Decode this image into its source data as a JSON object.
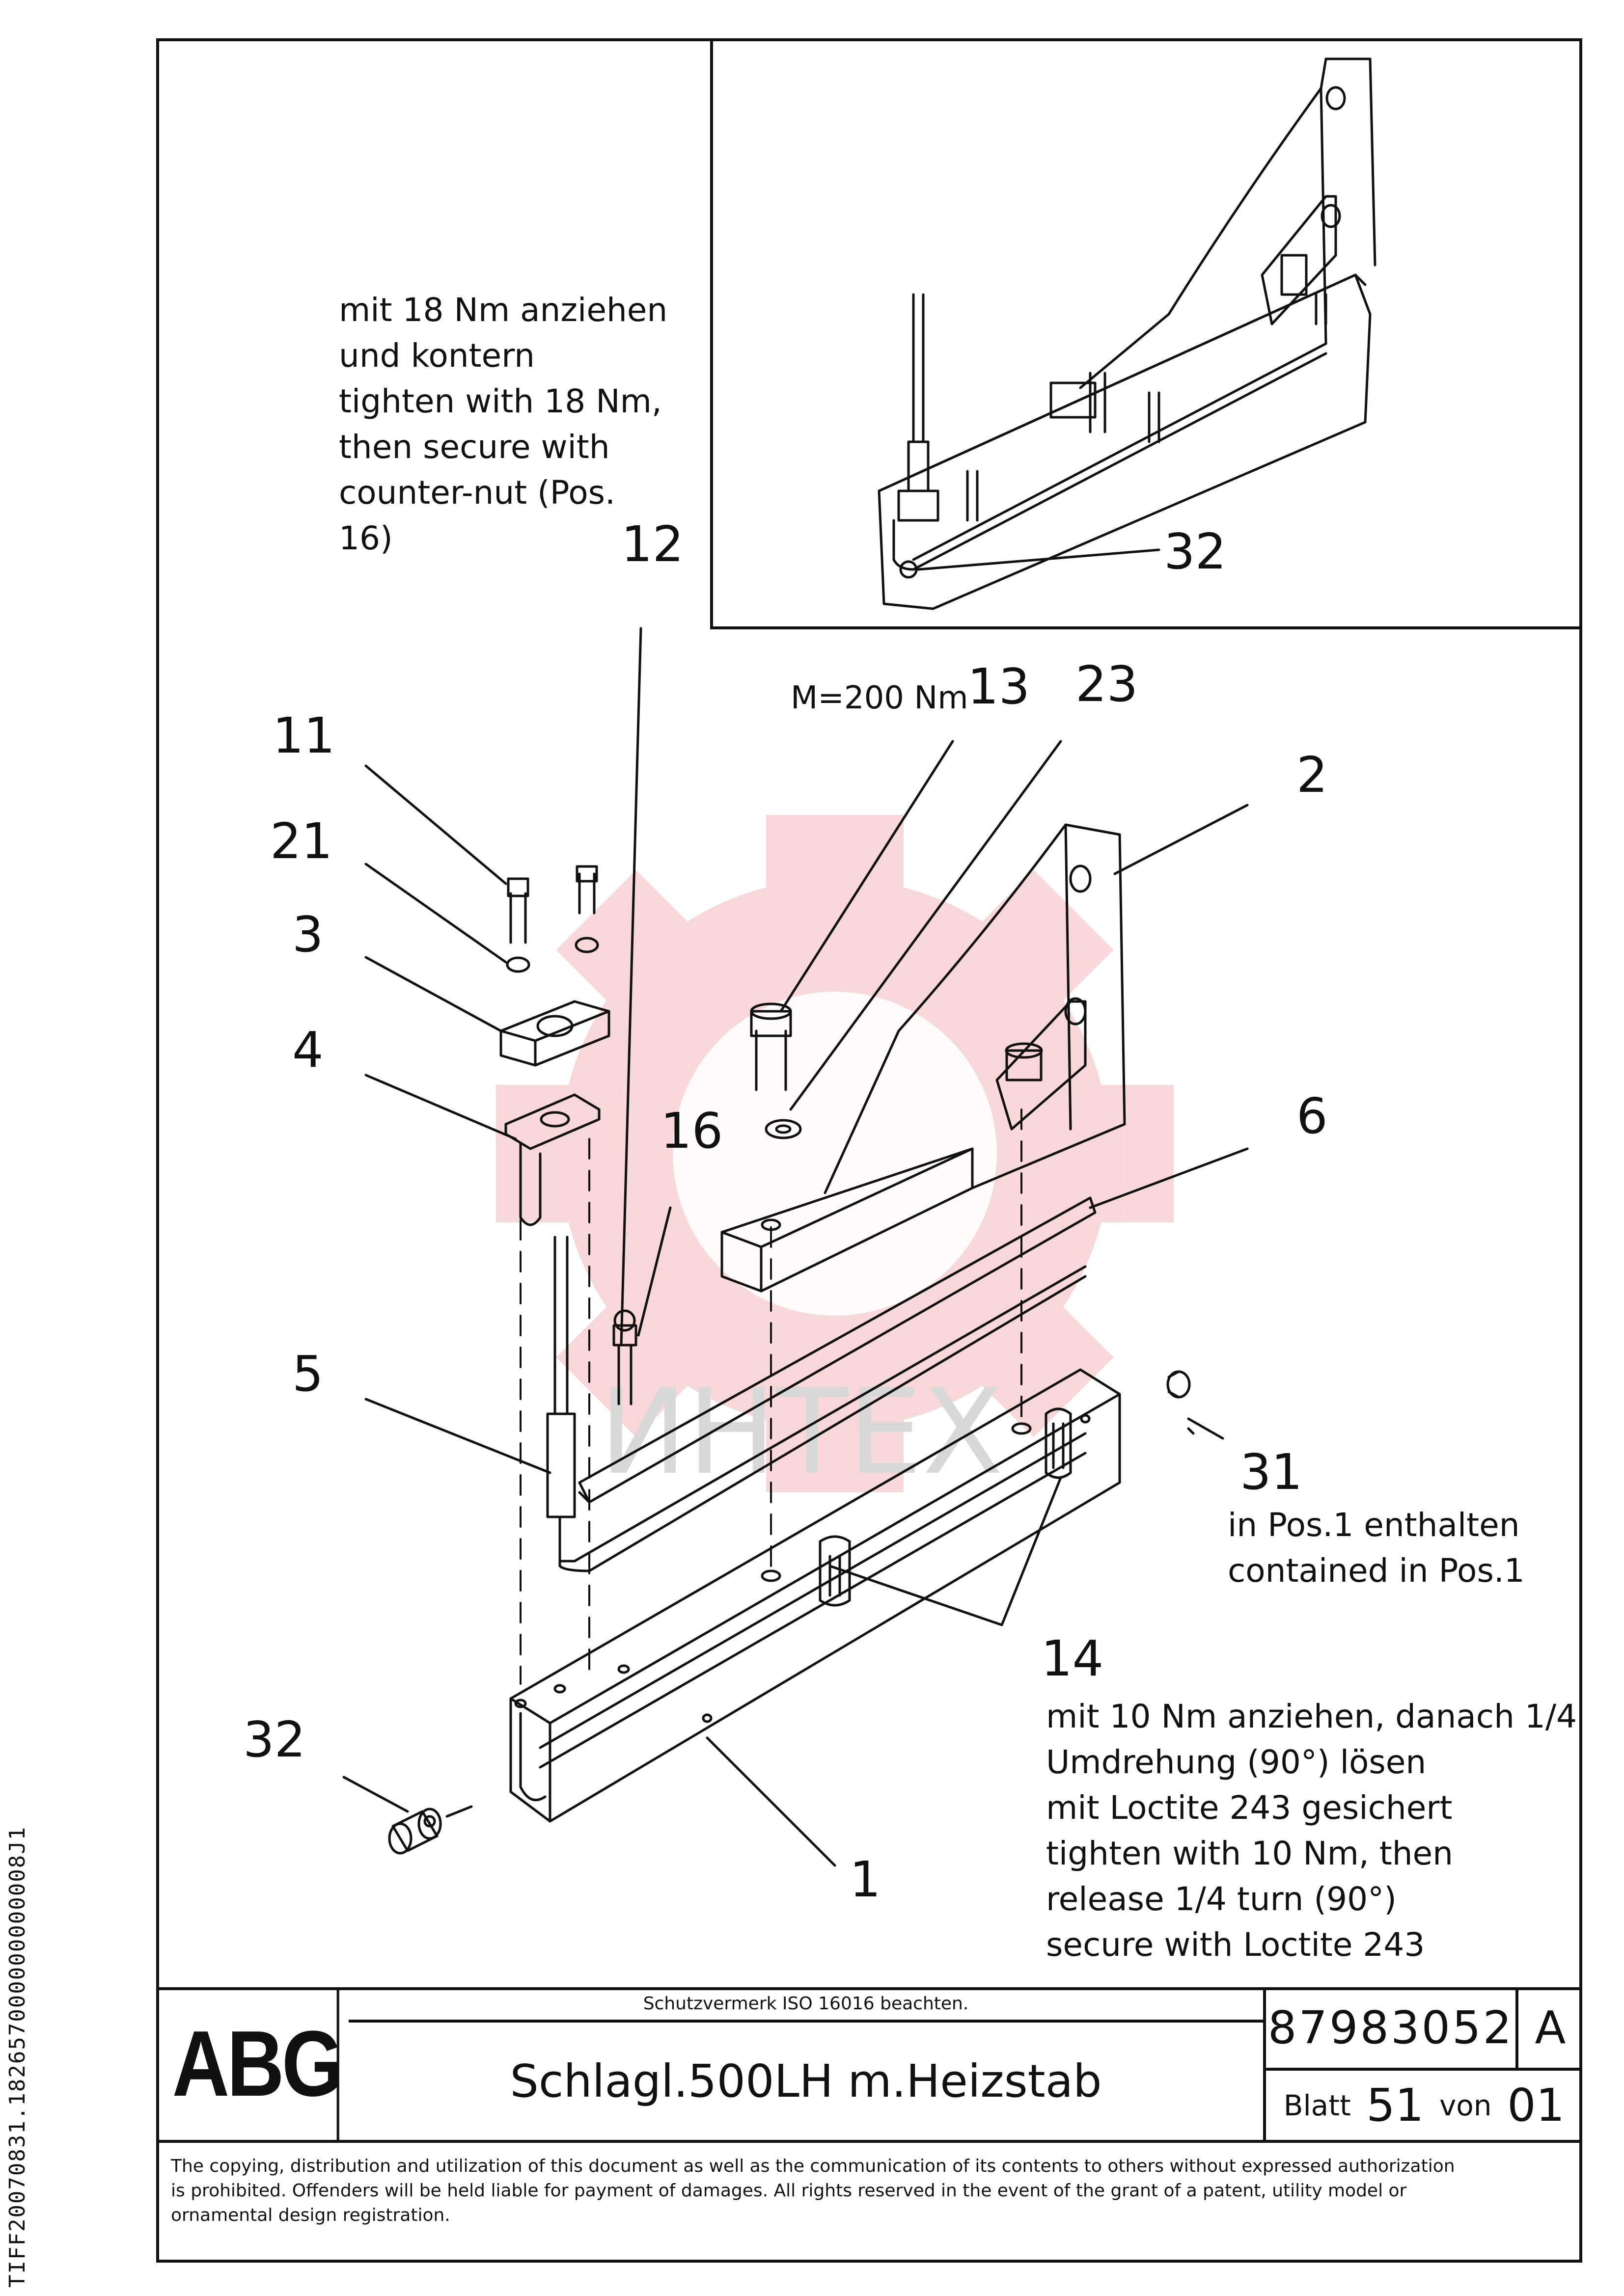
{
  "sidebar_code": "TIFF20070831.182657000000000008J1",
  "notes": {
    "top_left": "mit 18 Nm anziehen\nund kontern\ntighten with 18 Nm,\nthen secure with\ncounter-nut (Pos.\n16)",
    "pos31": "in Pos.1 enthalten\ncontained in Pos.1",
    "pos14": "mit 10 Nm anziehen, danach 1/4\nUmdrehung (90°) lösen\nmit Loctite 243 gesichert\ntighten with 10 Nm, then\nrelease 1/4 turn (90°)\nsecure with Loctite 243"
  },
  "torque_label": "M=200 Nm",
  "positions": {
    "p11": "11",
    "p21": "21",
    "p3": "3",
    "p4": "4",
    "p12": "12",
    "p16": "16",
    "p13": "13",
    "p23": "23",
    "p2": "2",
    "p6": "6",
    "p5": "5",
    "p31": "31",
    "p14": "14",
    "p32": "32",
    "p1": "1",
    "p32_inset": "32"
  },
  "watermark": "ИНТЕХ",
  "title_block": {
    "logo": "ABG",
    "protection_note": "Schutzvermerk ISO 16016 beachten.",
    "title": "Schlagl.500LH m.Heizstab",
    "doc_number": "87983052",
    "revision": "A",
    "sheet_label": "Blatt",
    "sheet_number": "51",
    "of_label": "von",
    "sheet_total": "01"
  },
  "copyright": "The copying, distribution and utilization of this document as well as the communication of its contents to others without expressed authorization\nis prohibited. Offenders will be held liable for payment of damages. All rights reserved in the event of the grant of a patent, utility model or\nornamental design registration.",
  "colors": {
    "line": "#111111",
    "watermark": "#f2b8b8"
  }
}
